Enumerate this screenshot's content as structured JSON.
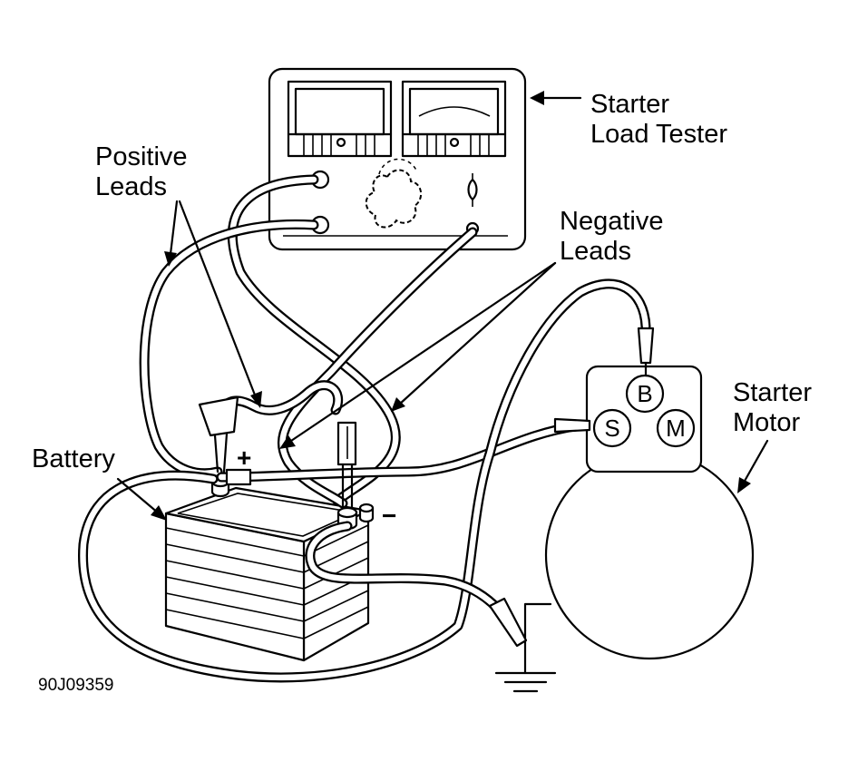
{
  "diagram": {
    "labels": {
      "tester_line1": "Starter",
      "tester_line2": "Load Tester",
      "positive_line1": "Positive",
      "positive_line2": "Leads",
      "negative_line1": "Negative",
      "negative_line2": "Leads",
      "motor_line1": "Starter",
      "motor_line2": "Motor",
      "battery": "Battery"
    },
    "battery_terminals": {
      "positive": "+",
      "negative": "−"
    },
    "starter_terminals": {
      "b": "B",
      "s": "S",
      "m": "M"
    },
    "figure_code": "90J09359"
  }
}
